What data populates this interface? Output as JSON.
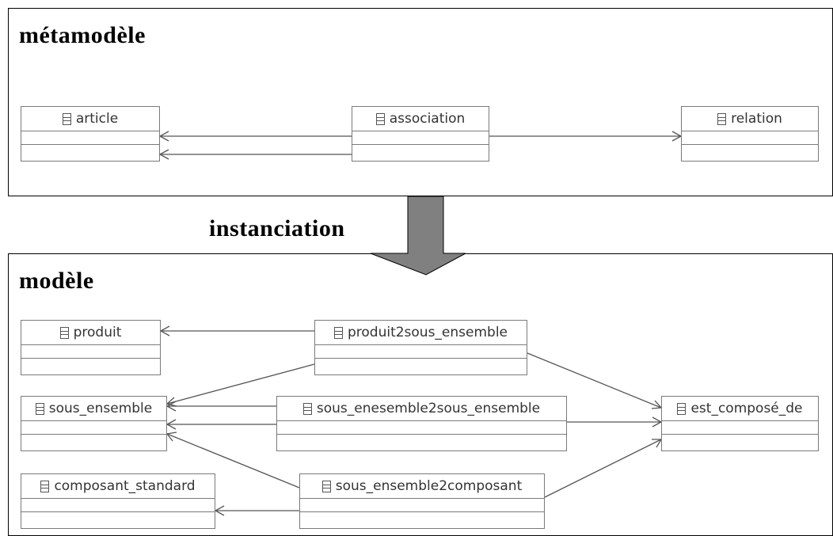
{
  "metamodel": {
    "title": "métamodèle",
    "classes": {
      "article": "article",
      "association": "association",
      "relation": "relation"
    }
  },
  "transition": {
    "label": "instanciation"
  },
  "model": {
    "title": "modèle",
    "classes": {
      "produit": "produit",
      "produit2sous_ensemble": "produit2sous_ensemble",
      "sous_ensemble": "sous_ensemble",
      "sous_enesemble2sous_ensemble": "sous_enesemble2sous_ensemble",
      "est_compose_de": "est_composé_de",
      "composant_standard": "composant_standard",
      "sous_ensemble2composant": "sous_ensemble2composant"
    }
  },
  "colors": {
    "box_border": "#7a7a7a",
    "edge": "#555555",
    "arrow_fill": "#808080"
  },
  "icons": {
    "class": "class-icon"
  }
}
